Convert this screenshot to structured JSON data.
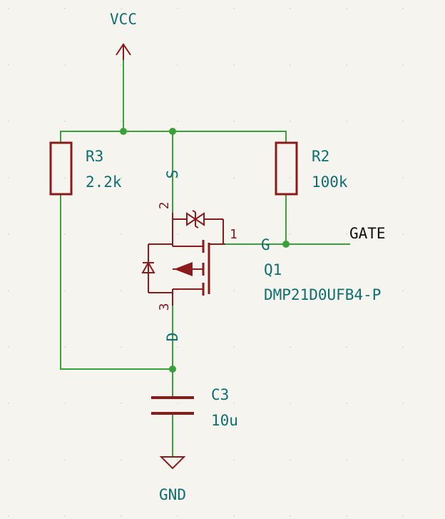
{
  "colors": {
    "background": "#f5f4ef",
    "wire": "#3aa13a",
    "component": "#8b1a1a",
    "label": "#0e6e70",
    "net_label": "#111111"
  },
  "power": {
    "vcc_label": "VCC",
    "gnd_label": "GND"
  },
  "components": {
    "r3": {
      "ref": "R3",
      "value": "2.2k"
    },
    "r2": {
      "ref": "R2",
      "value": "100k"
    },
    "c3": {
      "ref": "C3",
      "value": "10u"
    },
    "q1": {
      "ref": "Q1",
      "value": "DMP21D0UFB4-P",
      "pin_s_name": "S",
      "pin_s_num": "2",
      "pin_g_name": "G",
      "pin_g_num": "1",
      "pin_d_name": "D",
      "pin_d_num": "3"
    }
  },
  "nets": {
    "gate_label": "GATE"
  }
}
